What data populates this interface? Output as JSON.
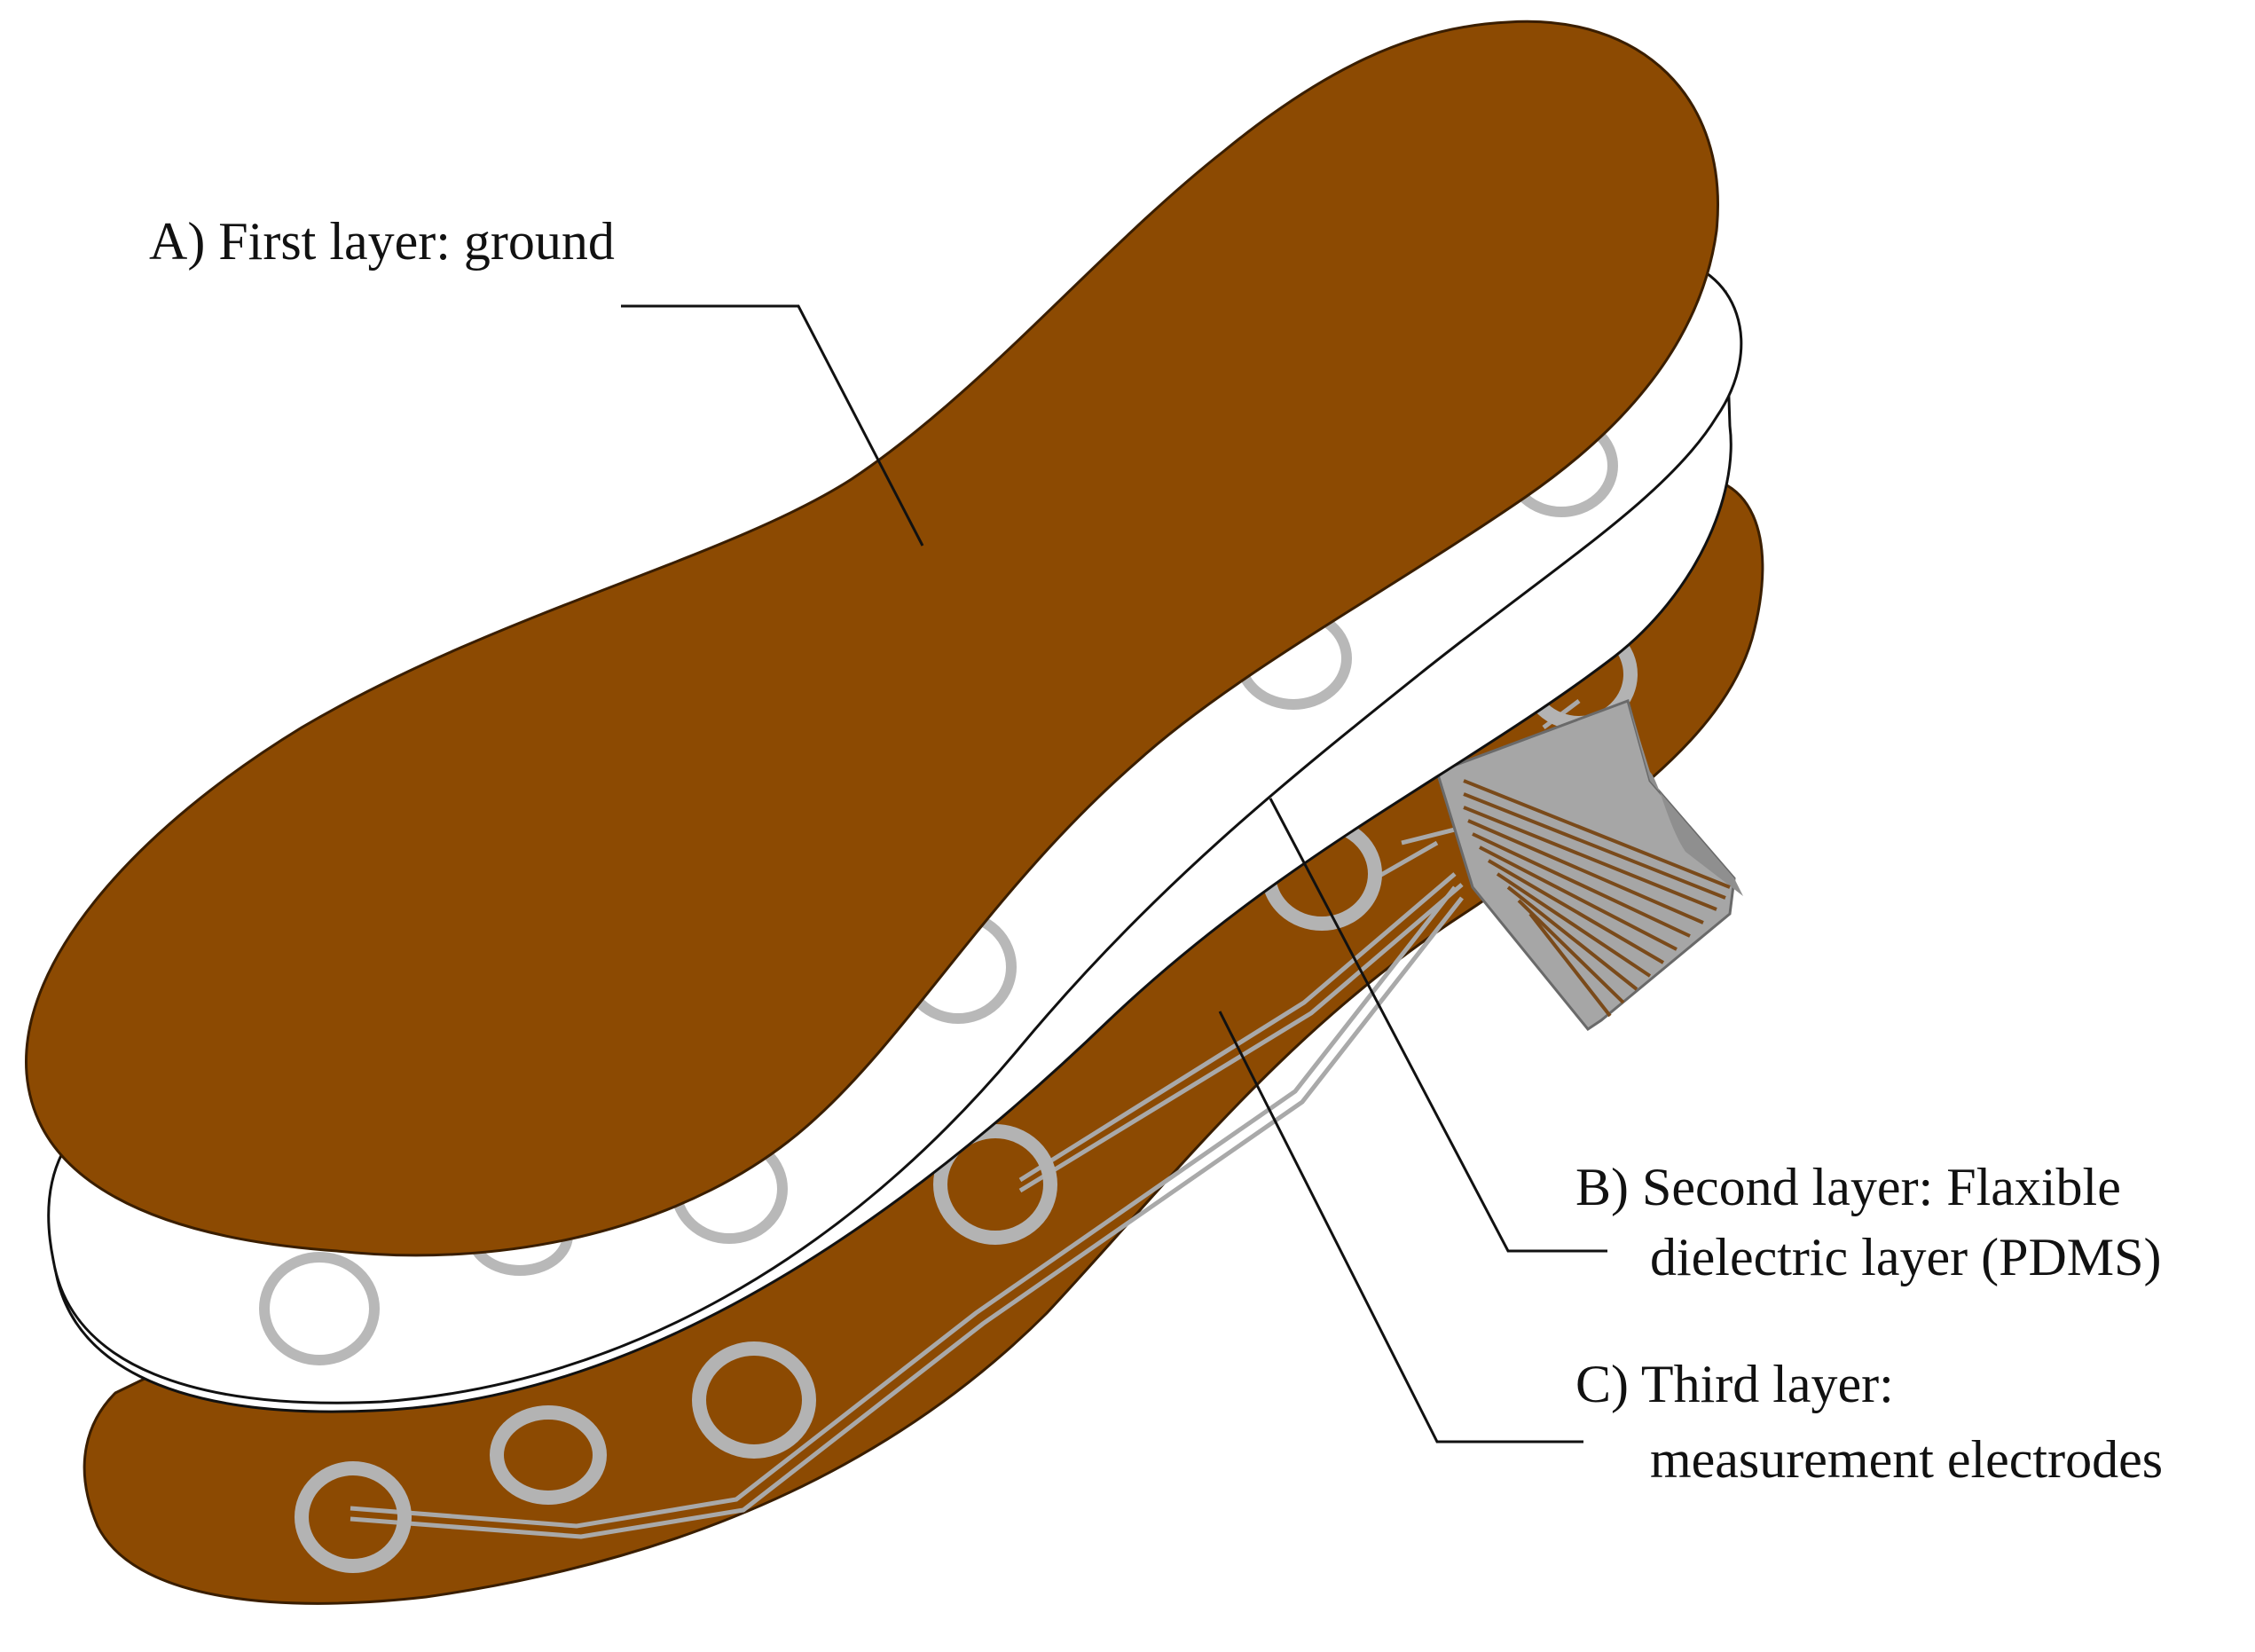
{
  "labels": {
    "first_layer": "A) First layer: ground",
    "second_layer_line1": "B) Second layer: Flaxible",
    "second_layer_line2": "dielectric layer (PDMS)",
    "third_layer_line1": "C) Third layer:",
    "third_layer_line2": "measurement electrodes"
  },
  "colors": {
    "ground_layer": "#8c4a02",
    "dielectric_layer": "#ffffff",
    "electrode_layer": "#8c4a02",
    "electrode_ring": "#b8b8b8",
    "trace": "#a9a9a9",
    "outline": "#111111"
  }
}
